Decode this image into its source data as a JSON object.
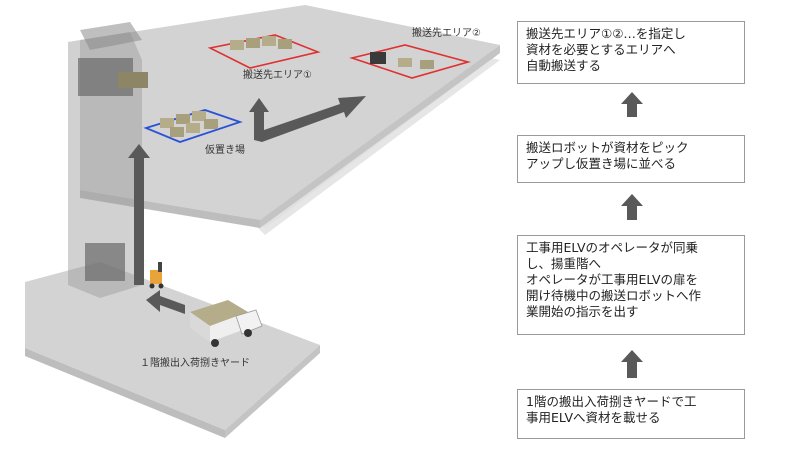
{
  "scene": {
    "label_dest_area_2": "搬送先エリア②",
    "label_dest_area_1": "搬送先エリア①",
    "label_temp_storage": "仮置き場",
    "label_yard": "１階搬出入荷捌きヤード"
  },
  "flow": {
    "steps": [
      "搬送先エリア①②…を指定し\n資材を必要とするエリアへ\n自動搬送する",
      "搬送ロボットが資材をピック\nアップし仮置き場に並べる",
      "工事用ELVのオペレータが同乗\nし、揚重階へ\nオペレータが工事用ELVの扉を\n開け待機中の搬送ロボットへ作\n業開始の指示を出す",
      "1階の搬出入荷捌きヤードで工\n事用ELVへ資材を載せる"
    ]
  },
  "colors": {
    "floor_top": "#d3d3d3",
    "floor_edge": "#bcbcbc",
    "arrow": "#595959",
    "area_red": "#e03030",
    "area_blue": "#2a52d8",
    "box_border": "#9a9a9a"
  }
}
